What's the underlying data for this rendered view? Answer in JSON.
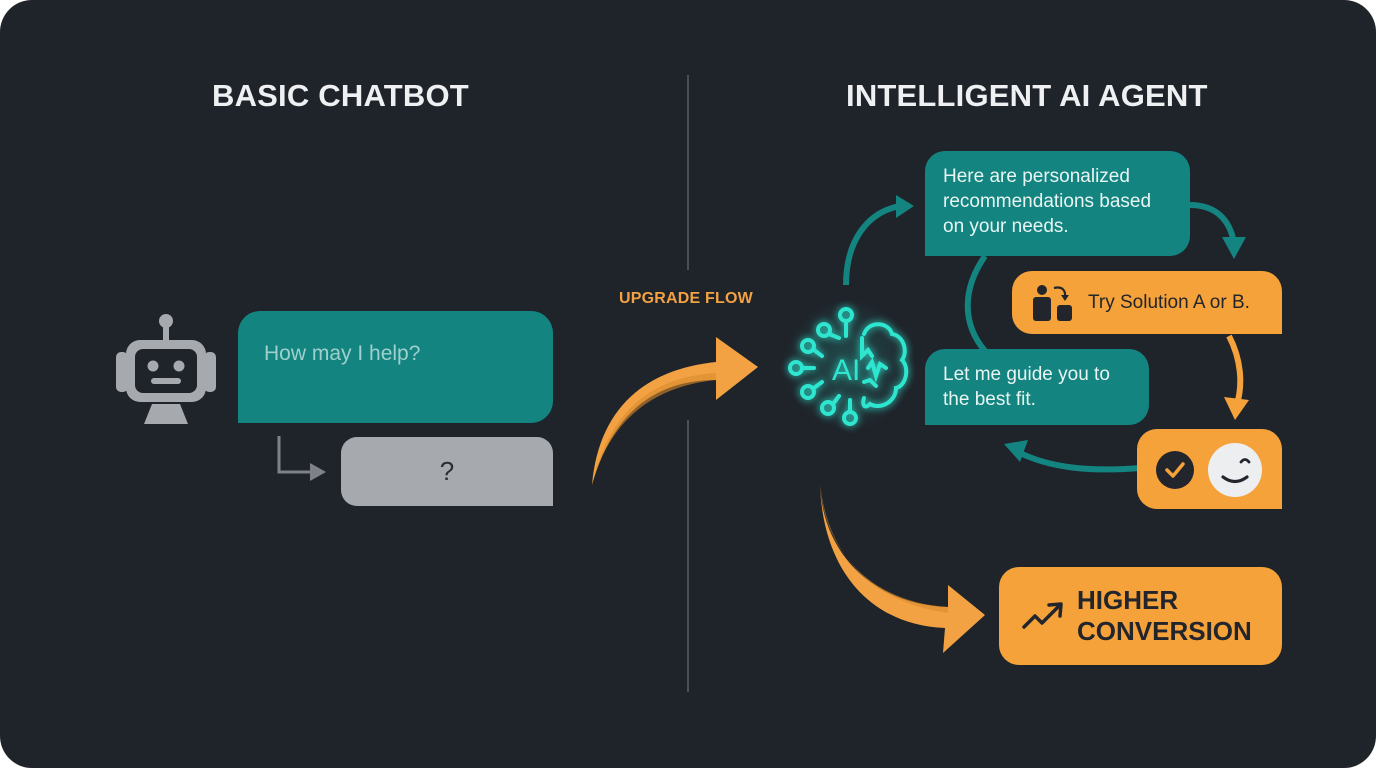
{
  "left_panel": {
    "title": "BASIC CHATBOT",
    "bot_message": "How may I help?",
    "user_reply": "?"
  },
  "center": {
    "flow_label": "UPGRADE FLOW"
  },
  "right_panel": {
    "title": "INTELLIGENT AI AGENT",
    "ai_badge": "AI",
    "messages": [
      {
        "text": "Here are personalized recommendations based on your needs.",
        "style": "teal"
      },
      {
        "text": "Try Solution A or B.",
        "style": "orange",
        "icon": "choice-icon"
      },
      {
        "text": "Let me guide you to the best fit.",
        "style": "teal"
      },
      {
        "text": "",
        "style": "orange",
        "icons": [
          "check-circle-icon",
          "wink-face-icon"
        ]
      }
    ],
    "outcome": {
      "line1": "HIGHER",
      "line2": "CONVERSION",
      "icon": "trending-up-icon"
    }
  },
  "colors": {
    "background": "#1f232a",
    "teal": "#13847f",
    "orange": "#f6a23a",
    "glow_teal": "#2ee6d0",
    "gray": "#a6a9ae"
  }
}
